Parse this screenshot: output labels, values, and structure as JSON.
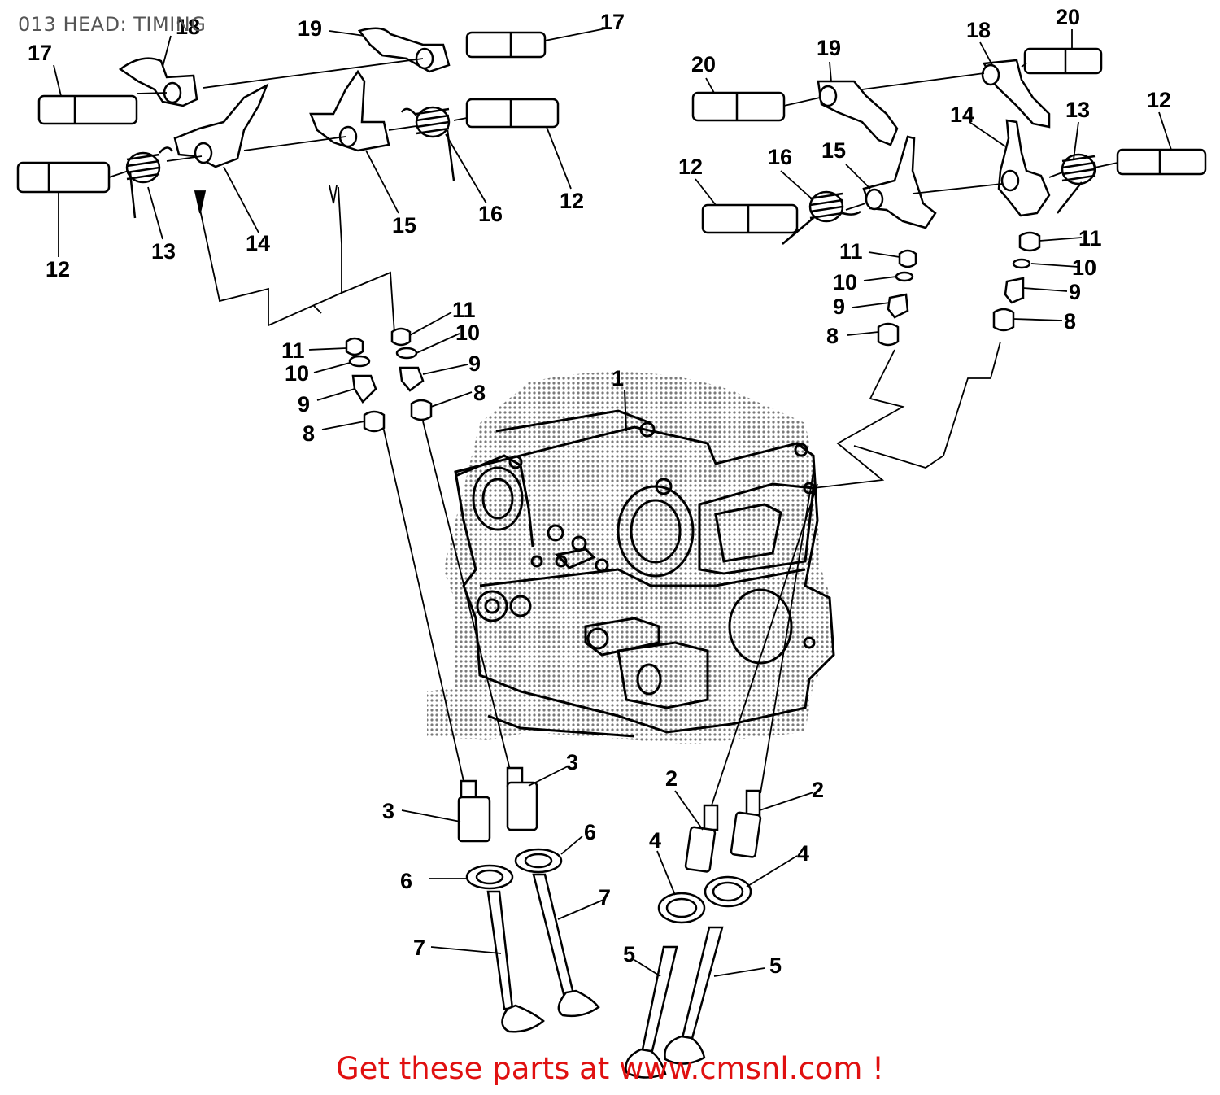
{
  "header": {
    "title": "013 HEAD: TIMING"
  },
  "footer": {
    "promo_text": "Get these parts at www.cmsnl.com !"
  },
  "colors": {
    "linework": "#000000",
    "promo": "#e01010",
    "title": "#555555"
  },
  "callouts": {
    "c1": "1",
    "c2a": "2",
    "c2b": "2",
    "c3a": "3",
    "c3b": "3",
    "c4a": "4",
    "c4b": "4",
    "c5a": "5",
    "c5b": "5",
    "c6a": "6",
    "c6b": "6",
    "c7a": "7",
    "c7b": "7",
    "c8a": "8",
    "c8b": "8",
    "c8c": "8",
    "c8d": "8",
    "c9a": "9",
    "c9b": "9",
    "c9c": "9",
    "c9d": "9",
    "c10a": "10",
    "c10b": "10",
    "c10c": "10",
    "c10d": "10",
    "c11a": "11",
    "c11b": "11",
    "c11c": "11",
    "c11d": "11",
    "c12a": "12",
    "c12b": "12",
    "c12c": "12",
    "c12d": "12",
    "c13a": "13",
    "c13b": "13",
    "c14a": "14",
    "c14b": "14",
    "c15a": "15",
    "c15b": "15",
    "c16a": "16",
    "c16b": "16",
    "c17a": "17",
    "c17b": "17",
    "c18a": "18",
    "c18b": "18",
    "c19a": "19",
    "c19b": "19",
    "c20a": "20",
    "c20b": "20"
  }
}
